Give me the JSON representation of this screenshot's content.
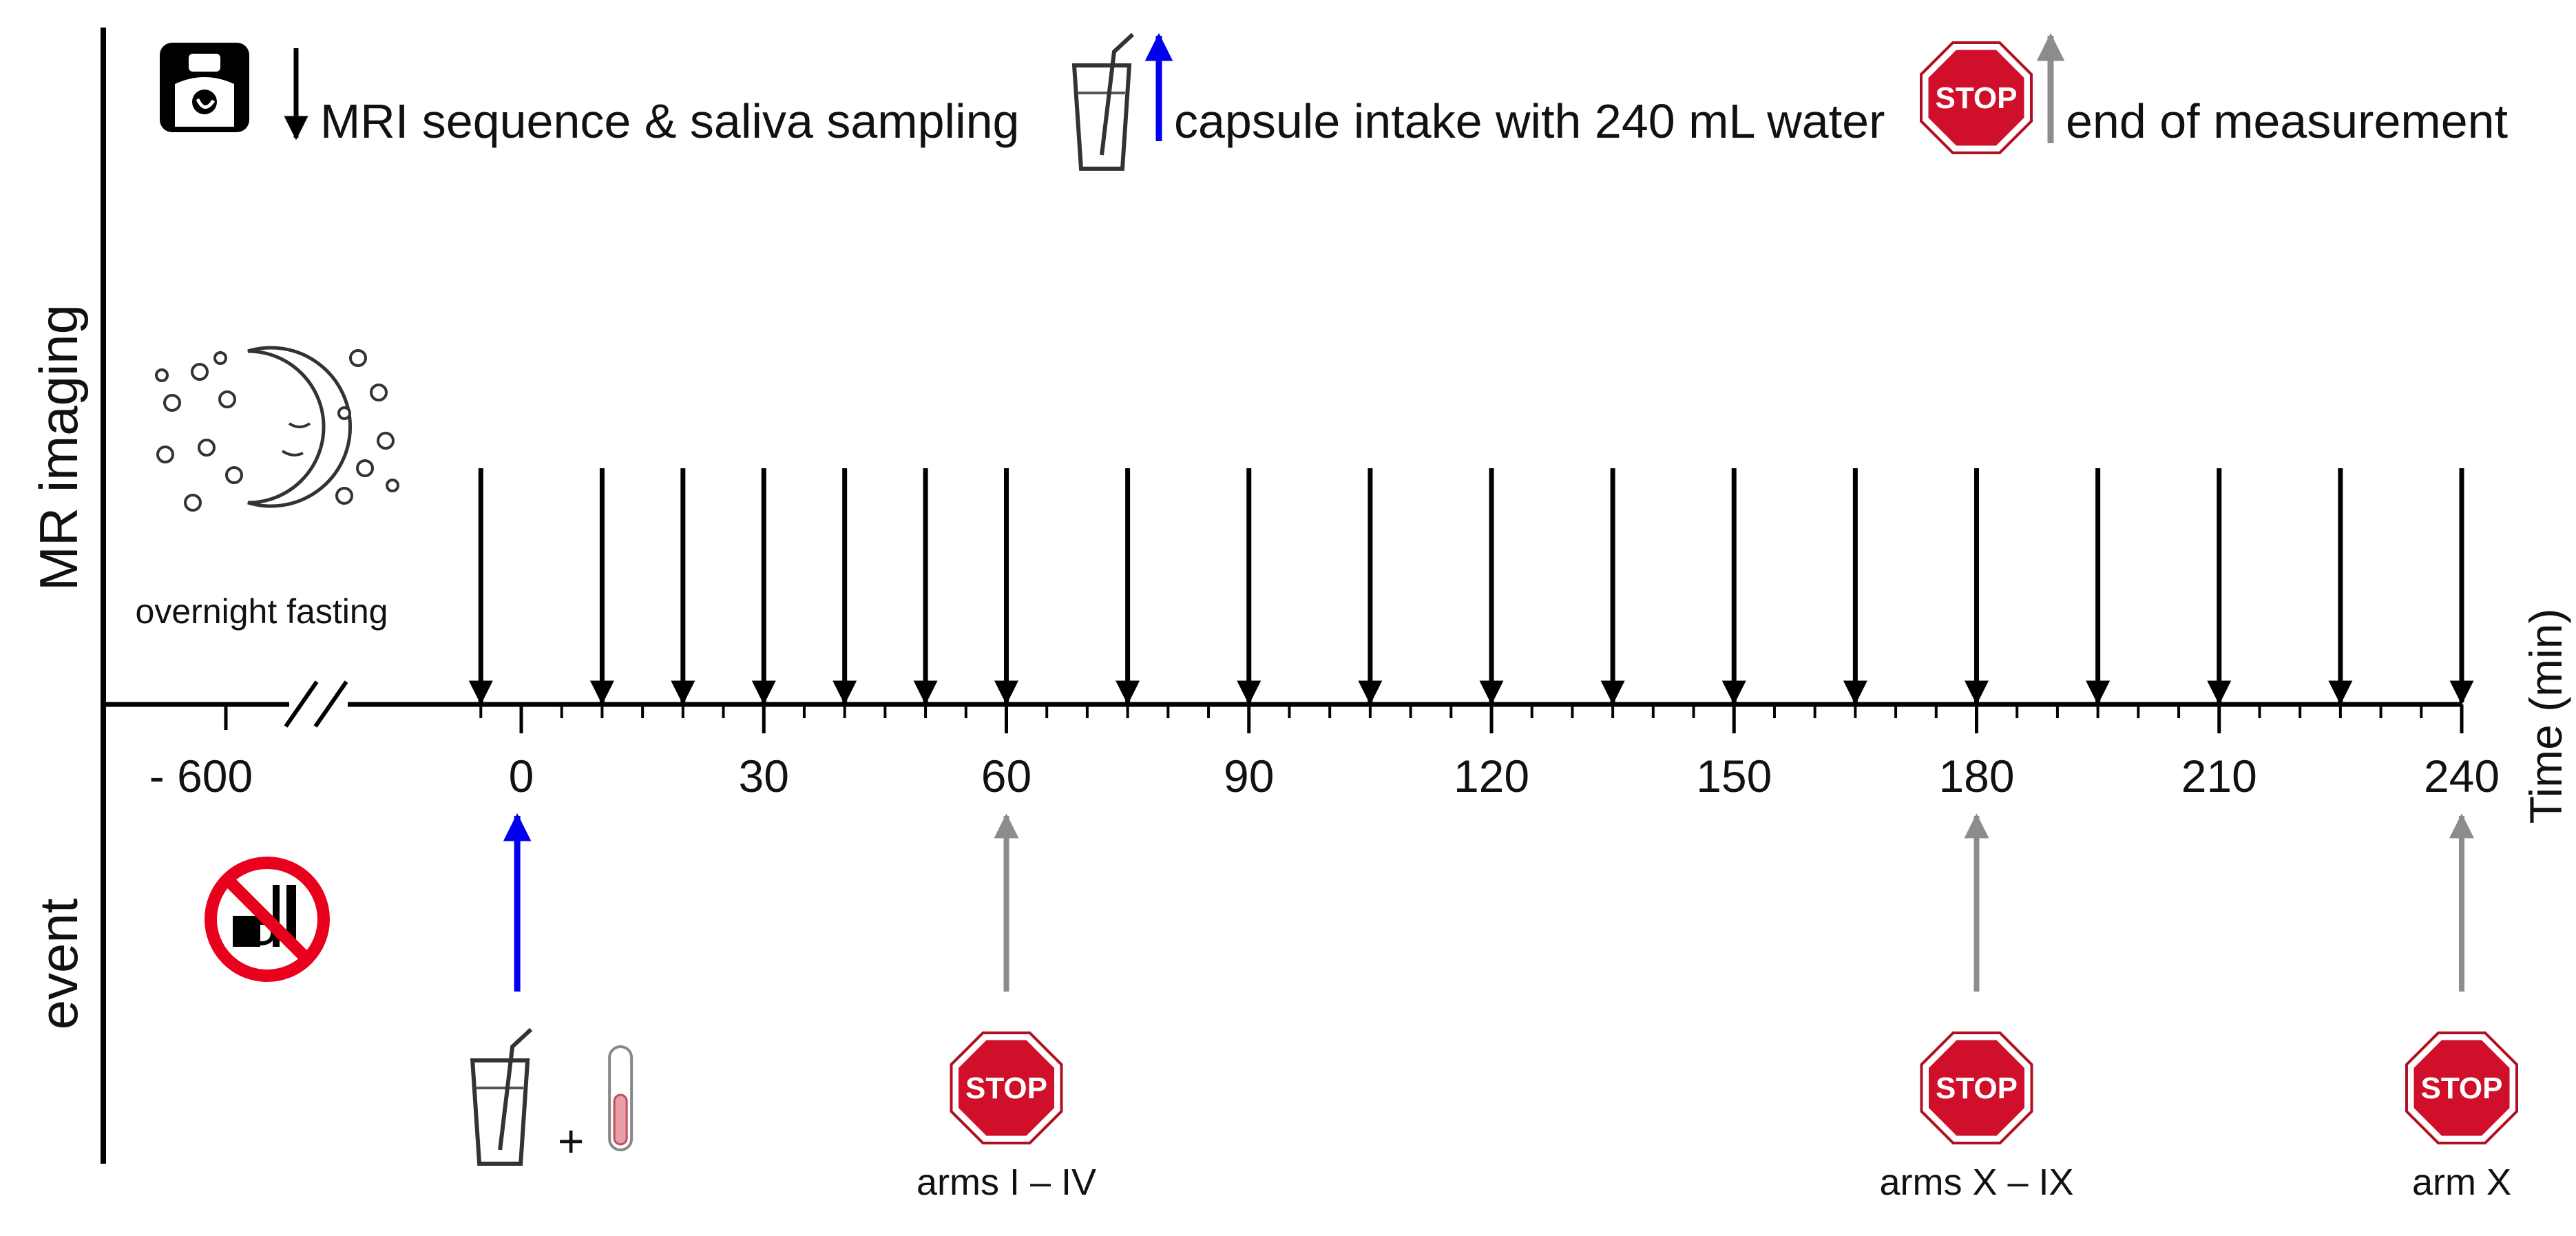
{
  "legend": [
    {
      "icon": "mri-scanner-icon",
      "arrow_color": "#000000",
      "label": "MRI sequence & saliva sampling"
    },
    {
      "icon": "water-glass-icon",
      "arrow_color": "#0000ee",
      "label": "capsule intake with 240 mL water"
    },
    {
      "icon": "stop-sign-icon",
      "arrow_color": "#8c8c8c",
      "label": "end of measurement",
      "stop_text": "STOP"
    }
  ],
  "rows": {
    "top": "MR imaging",
    "bottom": "event"
  },
  "fasting": {
    "icon": "moon-stars-icon",
    "label": "overnight fasting",
    "no_food_icon": "no-food-drink-icon"
  },
  "axis": {
    "label": "Time (min)",
    "pre_label": "- 600",
    "ticks": [
      0,
      30,
      60,
      90,
      120,
      150,
      180,
      210,
      240
    ],
    "tick_labels": [
      "0",
      "30",
      "60",
      "90",
      "120",
      "150",
      "180",
      "210",
      "240"
    ],
    "minor_step": 5,
    "max": 240
  },
  "mri_times": [
    -5,
    10,
    20,
    30,
    40,
    50,
    60,
    75,
    90,
    105,
    120,
    135,
    150,
    165,
    180,
    195,
    210,
    225,
    240
  ],
  "events": [
    {
      "time": -0.5,
      "type": "capsule",
      "color": "#0000ee",
      "plus": "+",
      "label": ""
    },
    {
      "time": 60,
      "type": "stop",
      "color": "#8c8c8c",
      "stop_text": "STOP",
      "label": "arms I – IV"
    },
    {
      "time": 180,
      "type": "stop",
      "color": "#8c8c8c",
      "stop_text": "STOP",
      "label": "arms X – IX"
    },
    {
      "time": 240,
      "type": "stop",
      "color": "#8c8c8c",
      "stop_text": "STOP",
      "label": "arm X"
    }
  ],
  "colors": {
    "stop_red": "#d0102a",
    "capsule_blue": "#0000ee",
    "end_gray": "#8c8c8c",
    "prohibit_red": "#e8001c"
  }
}
